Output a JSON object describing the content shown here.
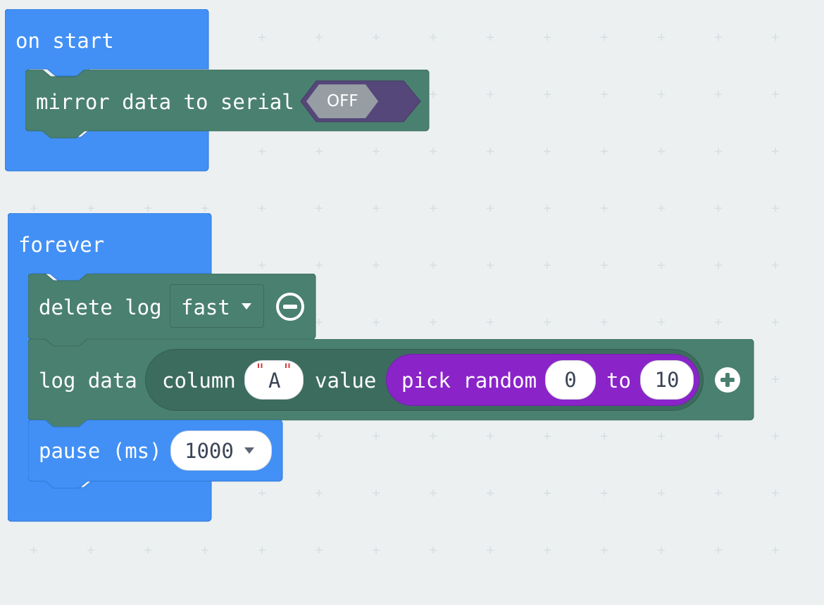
{
  "colors": {
    "workspace_bg": "#ecf0f1",
    "grid_plus": "#d6dde2",
    "basic_blue": "#4290f5",
    "datalogger_green": "#4a8070",
    "math_purple": "#8a24c9",
    "toggle_purple": "#56477a",
    "toggle_knob": "#969ea3"
  },
  "on_start": {
    "label": "on start",
    "mirror_block": {
      "label": "mirror data to serial",
      "toggle_value": "OFF"
    }
  },
  "forever": {
    "label": "forever",
    "delete_log": {
      "label": "delete log",
      "dropdown_value": "fast",
      "remove_icon": "minus-circle-icon"
    },
    "log_data": {
      "label": "log data",
      "column_label": "column",
      "column_quote_open": "\"",
      "column_value": "A",
      "column_quote_close": "\"",
      "value_label": "value",
      "pick_random": {
        "label": "pick random",
        "from": "0",
        "to_label": "to",
        "to": "10"
      },
      "add_icon": "plus-circle-icon"
    },
    "pause": {
      "label": "pause (ms)",
      "value": "1000"
    }
  }
}
